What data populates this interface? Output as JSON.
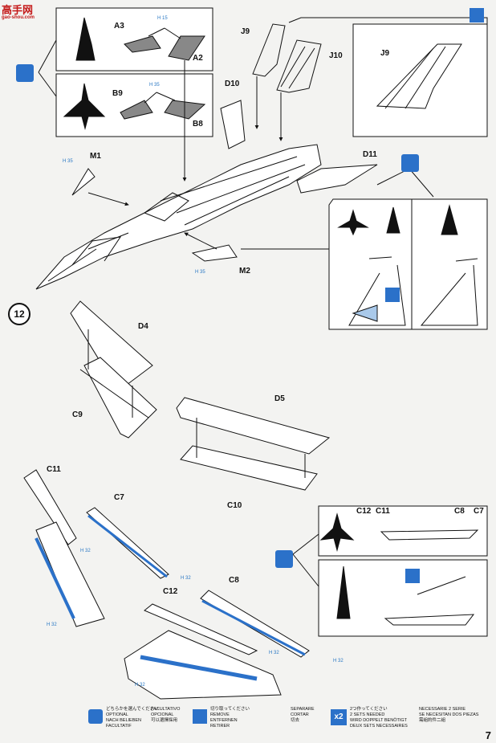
{
  "watermark": {
    "text": "高手网",
    "url": "gao-shou.com"
  },
  "step_number": "12",
  "page_number": "7",
  "parts": {
    "a3": "A3",
    "a2": "A2",
    "b9": "B9",
    "b8": "B8",
    "j9_main": "J9",
    "j10": "J10",
    "j9_inset": "J9",
    "d10": "D10",
    "m1": "M1",
    "d11": "D11",
    "m2": "M2",
    "d4": "D4",
    "c9": "C9",
    "d5": "D5",
    "c10": "C10",
    "c11": "C11",
    "c7": "C7",
    "c8": "C8",
    "c12": "C12",
    "inset_c12": "C12",
    "inset_c11": "C11",
    "inset_c8": "C8",
    "inset_c7": "C7"
  },
  "paint_codes": {
    "h15_a": "H 15",
    "h35_b": "H 35",
    "h35_m1": "H 35",
    "h35_m2": "H 35",
    "h32_a": "H 32",
    "h32_b": "H 32",
    "h32_c": "H 32",
    "h32_d": "H 32",
    "h32_e": "H 32",
    "h32_f": "H 32"
  },
  "legend": {
    "optional": [
      "どちらかを選んでください",
      "OPTIONAL",
      "NACH BELIEBEN",
      "FACULTATIF"
    ],
    "optional_es": [
      "FACULTATIVO",
      "OPCIONAL",
      "可以選擇採用"
    ],
    "cut": [
      "切り取ってください",
      "REMOVE",
      "ENTFERNEN",
      "RETIRER"
    ],
    "cut_es": [
      "SEPARARE",
      "CORTAR",
      "切去"
    ],
    "two_sets_icon": "x2",
    "two_sets": [
      "2つ作ってください",
      "2 SETS NEEDED",
      "WIRD DOPPELT BENÖTIGT",
      "DEUX SETS NECESSAIRES"
    ],
    "two_sets_es": [
      "NECESSARIE 2 SERIE",
      "SE NECESITAN DOS PIEZAS",
      "需組約件二組"
    ]
  },
  "colors": {
    "accent_blue": "#2b71c9",
    "light_blue": "#a9c9ea",
    "watermark_red": "#c41818"
  }
}
